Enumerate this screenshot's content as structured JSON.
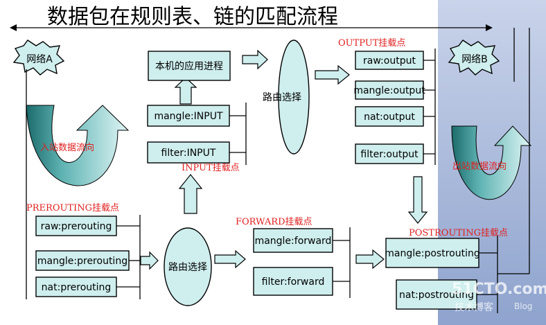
{
  "title": "数据包在规则表、链的匹配流程",
  "networks": {
    "a": "网络A",
    "b": "网络B"
  },
  "flows": {
    "inbound": "入站数据流向",
    "outbound": "出站数据流向"
  },
  "hooks": {
    "prerouting": "PREROUTING挂载点",
    "input": "INPUT挂载点",
    "forward": "FORWARD挂载点",
    "output": "OUTPUT挂载点",
    "postrouting": "POSTROUTING挂载点"
  },
  "boxes": {
    "raw_prerouting": "raw:prerouting",
    "mangle_prerouting": "mangle:prerouting",
    "nat_prerouting": "nat:prerouting",
    "routing1": "路由选择",
    "mangle_input": "mangle:INPUT",
    "filter_input": "filter:INPUT",
    "local_process": "本机的应用进程",
    "routing2": "路由选择",
    "raw_output": "raw:output",
    "mangle_output": "mangle:output",
    "nat_output": "nat:output",
    "filter_output": "filter:output",
    "mangle_forward": "mangle:forward",
    "filter_forward": "filter:forward",
    "mangle_postrouting": "mangle:postrouting",
    "nat_postrouting": "nat:postrouting"
  },
  "watermark": {
    "domain": "51CTO.com",
    "sub": "技术博客",
    "blog": "Blog"
  },
  "colors": {
    "box_fill": "#cfeeee",
    "hook_text": "#e02020",
    "background_right": "#9aaed2"
  }
}
